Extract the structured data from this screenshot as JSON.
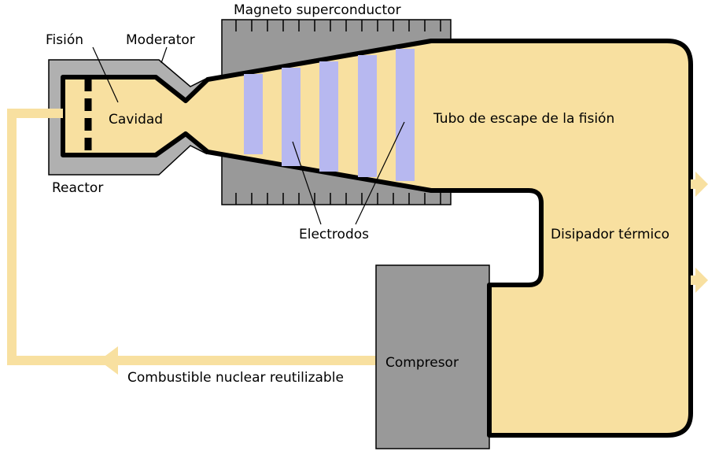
{
  "colors": {
    "fuel": "#f8e0a0",
    "magnet": "#999999",
    "reactor": "#b0b0b0",
    "compressor": "#999999",
    "electrode": "#b7b8f0",
    "outline": "#000000"
  },
  "labels": {
    "magnet": "Magneto superconductor",
    "fision": "Fisión",
    "moderator": "Moderator",
    "cavidad": "Cavidad",
    "reactor": "Reactor",
    "exhaust": "Tubo de escape de la fisión",
    "electrodos": "Electrodos",
    "disipador": "Disipador térmico",
    "compresor": "Compresor",
    "combustible": "Combustible nuclear reutilizable"
  }
}
